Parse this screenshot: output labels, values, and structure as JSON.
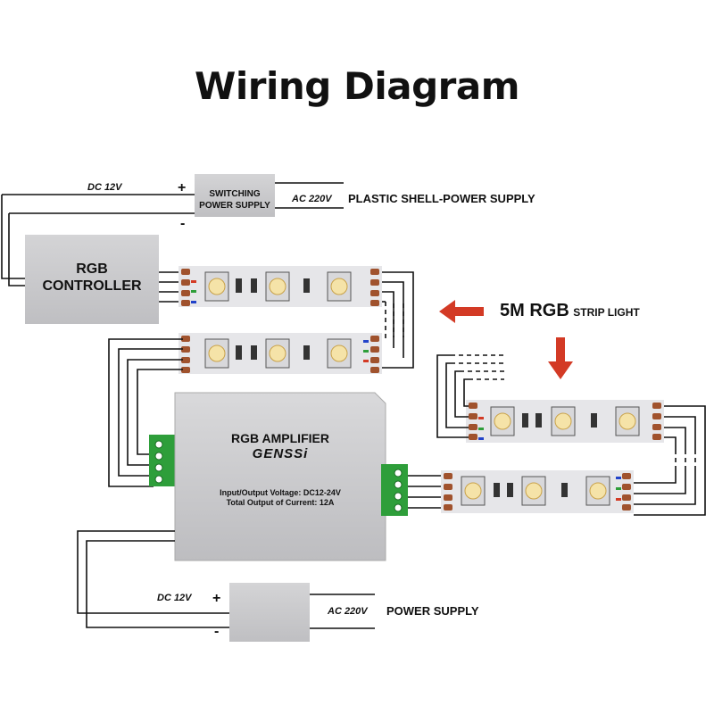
{
  "title": "Wiring Diagram",
  "top_supply": {
    "dc_label": "DC 12V",
    "plus": "+",
    "minus": "-",
    "box_line1": "SWITCHING",
    "box_line2": "POWER SUPPLY",
    "ac_label": "AC 220V",
    "name": "PLASTIC SHELL-POWER SUPPLY"
  },
  "controller": {
    "line1": "RGB",
    "line2": "CONTROLLER"
  },
  "strip_label": {
    "big": "5M RGB",
    "small": "STRIP LIGHT"
  },
  "amplifier": {
    "title": "RGB AMPLIFIER",
    "brand": "GENSSi",
    "spec1": "Input/Output Voltage: DC12-24V",
    "spec2": "Total Output of Current: 12A"
  },
  "bottom_supply": {
    "dc_label": "DC 12V",
    "plus": "+",
    "minus": "-",
    "ac_label": "AC 220V",
    "name": "POWER SUPPLY"
  },
  "colors": {
    "box": "#c9c9cb",
    "strip": "#e6e6e9",
    "pad": "#a0522d",
    "terminal": "#2e9e3a",
    "arrow": "#d33a25",
    "wire": "#111111"
  }
}
